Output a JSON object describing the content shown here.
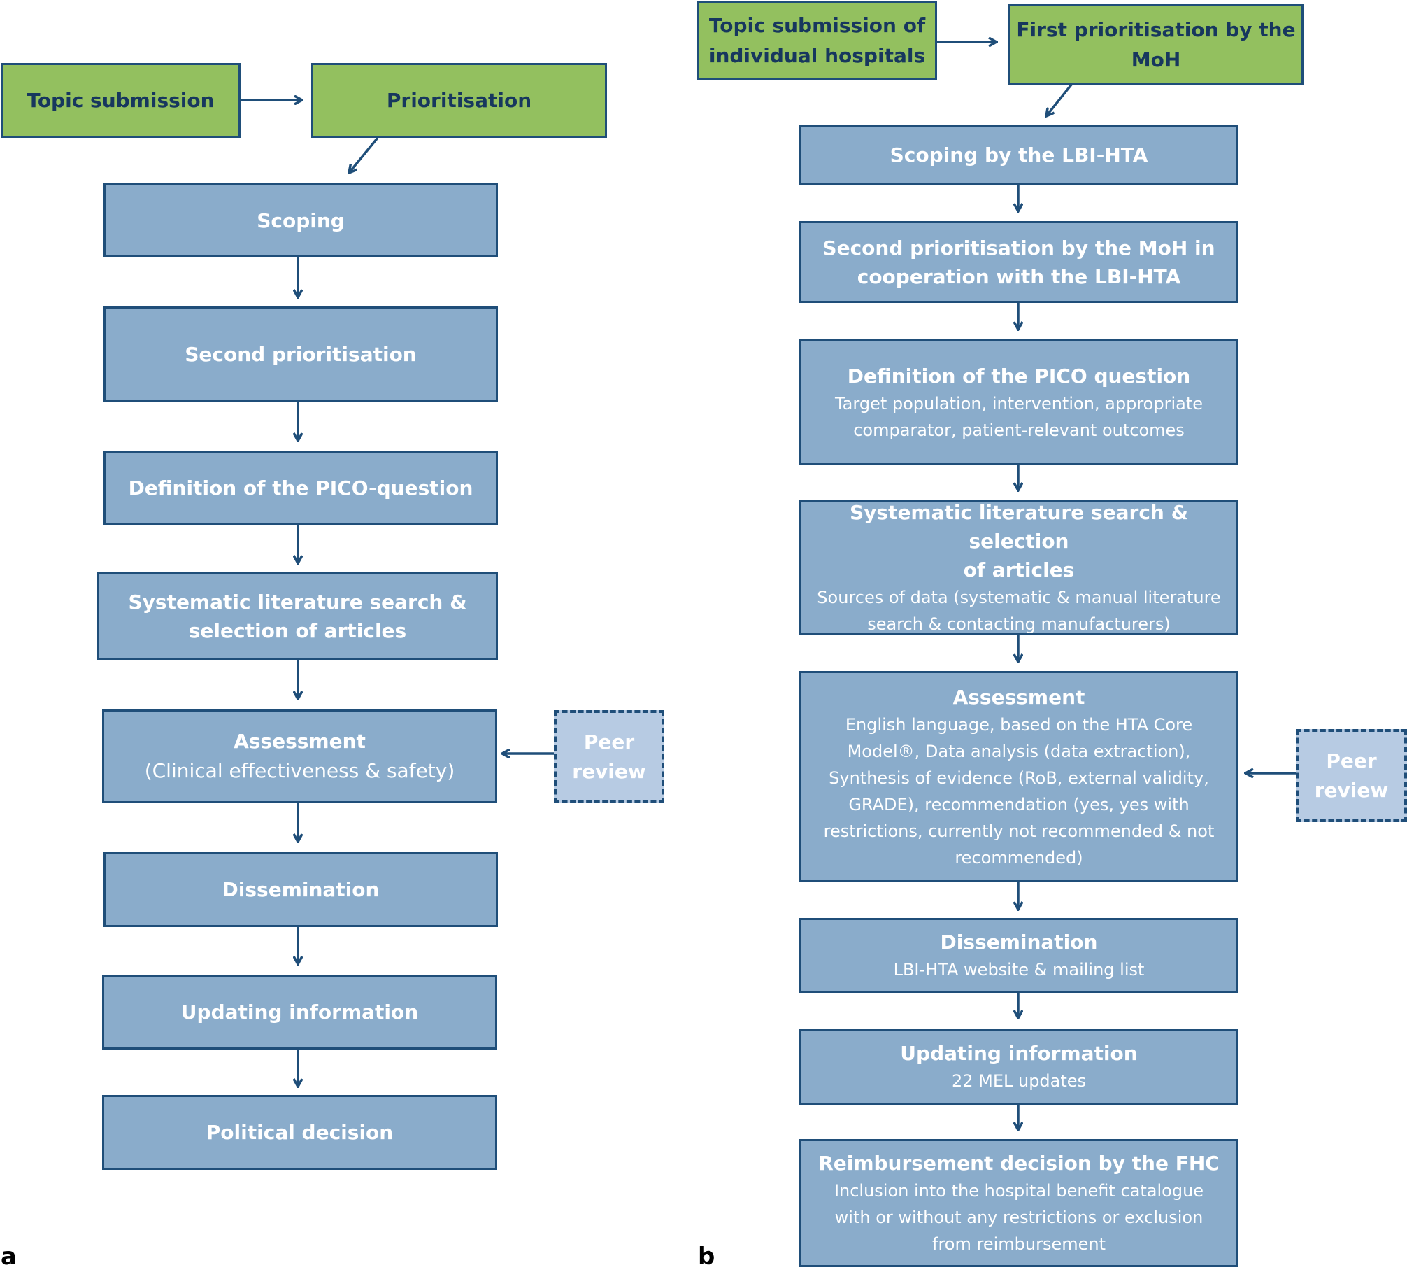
{
  "colors": {
    "green": "#93c05f",
    "blue": "#8aaccb",
    "peer": "#b7cbe3",
    "border": "#1f4e79",
    "dark_text": "#17375e"
  },
  "panel_a": {
    "label": "a",
    "topic_submission": "Topic submission",
    "prioritisation": "Prioritisation",
    "scoping": "Scoping",
    "second_prioritisation": "Second prioritisation",
    "pico": "Definition of the PICO-question",
    "literature_line1": "Systematic literature search &",
    "literature_line2": "selection of articles",
    "assessment_title": "Assessment",
    "assessment_detail": "(Clinical effectiveness & safety)",
    "peer_line1": "Peer",
    "peer_line2": "review",
    "dissemination": "Dissemination",
    "updating": "Updating information",
    "political": "Political decision"
  },
  "panel_b": {
    "label": "b",
    "topic_line1": "Topic submission of",
    "topic_line2": "individual hospitals",
    "first_prio_line1": "First prioritisation by the",
    "first_prio_line2": "MoH",
    "scoping": "Scoping by the LBI-HTA",
    "second_prio_line1": "Second prioritisation by the MoH in",
    "second_prio_line2": "cooperation with the LBI-HTA",
    "pico_title": "Definition of the PICO question",
    "pico_line1": "Target population, intervention, appropriate",
    "pico_line2": "comparator, patient-relevant outcomes",
    "lit_title_line1": "Systematic literature search & selection",
    "lit_title_line2": "of articles",
    "lit_line1": "Sources of data (systematic & manual literature",
    "lit_line2": "search & contacting manufacturers)",
    "assessment_title": "Assessment",
    "assessment_line1": "English language, based on the HTA Core",
    "assessment_line2": "Model®, Data analysis (data extraction),",
    "assessment_line3": "Synthesis of evidence (RoB, external validity,",
    "assessment_line4": "GRADE), recommendation (yes, yes with",
    "assessment_line5": "restrictions, currently not recommended & not",
    "assessment_line6": "recommended)",
    "peer_line1": "Peer",
    "peer_line2": "review",
    "dissemination_title": "Dissemination",
    "dissemination_detail": "LBI-HTA website & mailing list",
    "updating_title": "Updating information",
    "updating_detail": "22 MEL updates",
    "reimb_title": "Reimbursement decision by the FHC",
    "reimb_line1": "Inclusion into the hospital benefit catalogue",
    "reimb_line2": "with or without any restrictions or exclusion",
    "reimb_line3": "from reimbursement"
  }
}
